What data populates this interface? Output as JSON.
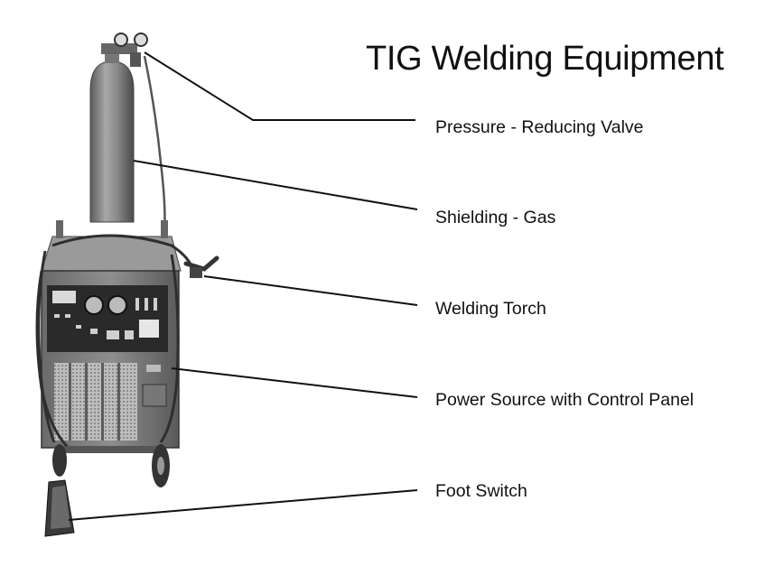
{
  "diagram": {
    "title": "TIG Welding Equipment",
    "labels": [
      "Pressure - Reducing Valve",
      "Shielding - Gas",
      "Welding Torch",
      "Power Source with Control Panel",
      "Foot Switch"
    ]
  },
  "colors": {
    "background": "#ffffff",
    "text": "#111111",
    "leader_line": "#111111"
  }
}
